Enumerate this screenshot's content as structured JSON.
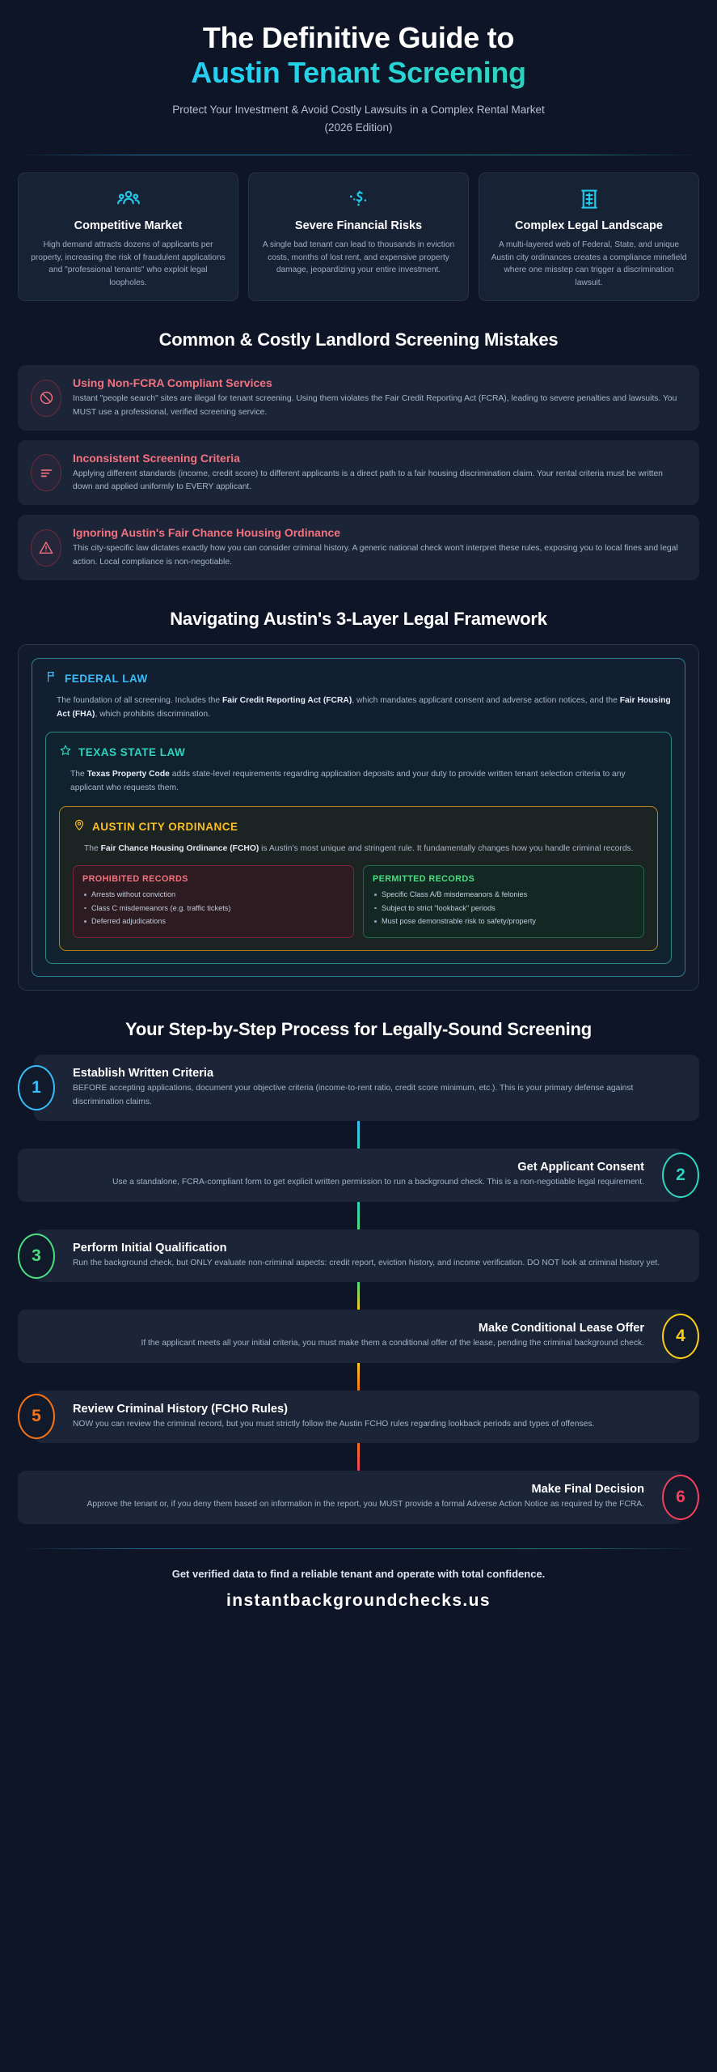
{
  "header": {
    "title_line1": "The Definitive Guide to",
    "title_line2": "Austin Tenant Screening",
    "subtitle": "Protect Your Investment & Avoid Costly Lawsuits in a Complex Rental Market (2026 Edition)",
    "accent_start": "#38bdf8",
    "accent_end": "#14b8a6"
  },
  "cards": [
    {
      "icon": "people-group-icon",
      "title": "Competitive Market",
      "desc": "High demand attracts dozens of applicants per property, increasing the risk of fraudulent applications and \"professional tenants\" who exploit legal loopholes."
    },
    {
      "icon": "money-trend-icon",
      "title": "Severe Financial Risks",
      "desc": "A single bad tenant can lead to thousands in eviction costs, months of lost rent, and expensive property damage, jeopardizing your entire investment."
    },
    {
      "icon": "legal-building-icon",
      "title": "Complex Legal Landscape",
      "desc": "A multi-layered web of Federal, State, and unique Austin city ordinances creates a compliance minefield where one misstep can trigger a discrimination lawsuit."
    }
  ],
  "mistakes_section": {
    "heading": "Common & Costly Landlord Screening Mistakes",
    "accent_color": "#f4717f",
    "items": [
      {
        "icon": "prohibited-circle-icon",
        "title": "Using Non-FCRA Compliant Services",
        "desc": "Instant \"people search\" sites are illegal for tenant screening. Using them violates the Fair Credit Reporting Act (FCRA), leading to severe penalties and lawsuits. You MUST use a professional, verified screening service."
      },
      {
        "icon": "unequal-lines-icon",
        "title": "Inconsistent Screening Criteria",
        "desc": "Applying different standards (income, credit score) to different applicants is a direct path to a fair housing discrimination claim. Your rental criteria must be written down and applied uniformly to EVERY applicant."
      },
      {
        "icon": "warning-triangle-icon",
        "title": "Ignoring Austin's Fair Chance Housing Ordinance",
        "desc": "This city-specific law dictates exactly how you can consider criminal history. A generic national check won't interpret these rules, exposing you to local fines and legal action. Local compliance is non-negotiable."
      }
    ]
  },
  "legal_section": {
    "heading": "Navigating Austin's 3-Layer Legal Framework",
    "federal": {
      "icon": "flag-icon",
      "label": "FEDERAL LAW",
      "color": "#38bdf8",
      "desc_part1": "The foundation of all screening. Includes the ",
      "desc_bold1": "Fair Credit Reporting Act (FCRA)",
      "desc_part2": ", which mandates applicant consent and adverse action notices, and the ",
      "desc_bold2": "Fair Housing Act (FHA)",
      "desc_part3": ", which prohibits discrimination."
    },
    "state": {
      "icon": "star-icon",
      "label": "TEXAS STATE LAW",
      "color": "#2dd4bf",
      "desc_part1": "The ",
      "desc_bold1": "Texas Property Code",
      "desc_part2": " adds state-level requirements regarding application deposits and your duty to provide written tenant selection criteria to any applicant who requests them."
    },
    "city": {
      "icon": "location-pin-icon",
      "label": "AUSTIN CITY ORDINANCE",
      "color": "#fbbf24",
      "desc_part1": "The ",
      "desc_bold1": "Fair Chance Housing Ordinance (FCHO)",
      "desc_part2": " is Austin's most unique and stringent rule. It fundamentally changes how you handle criminal records.",
      "prohibited": {
        "title": "PROHIBITED RECORDS",
        "color": "#f4717f",
        "items": [
          "Arrests without conviction",
          "Class C misdemeanors (e.g. traffic tickets)",
          "Deferred adjudications"
        ]
      },
      "permitted": {
        "title": "PERMITTED RECORDS",
        "color": "#4ade80",
        "items": [
          "Specific Class A/B misdemeanors & felonies",
          "Subject to strict \"lookback\" periods",
          "Must pose demonstrable risk to safety/property"
        ]
      }
    }
  },
  "process_section": {
    "heading": "Your Step-by-Step Process for Legally-Sound Screening",
    "steps": [
      {
        "number": "1",
        "side": "left",
        "color": "#38bdf8",
        "title": "Establish Written Criteria",
        "desc": "BEFORE accepting applications, document your objective criteria (income-to-rent ratio, credit score minimum, etc.). This is your primary defense against discrimination claims."
      },
      {
        "number": "2",
        "side": "right",
        "color": "#2dd4bf",
        "title": "Get Applicant Consent",
        "desc": "Use a standalone, FCRA-compliant form to get explicit written permission to run a background check. This is a non-negotiable legal requirement."
      },
      {
        "number": "3",
        "side": "left",
        "color": "#4ade80",
        "title": "Perform Initial Qualification",
        "desc": "Run the background check, but ONLY evaluate non-criminal aspects: credit report, eviction history, and income verification. DO NOT look at criminal history yet."
      },
      {
        "number": "4",
        "side": "right",
        "color": "#facc15",
        "title": "Make Conditional Lease Offer",
        "desc": "If the applicant meets all your initial criteria, you must make them a conditional offer of the lease, pending the criminal background check."
      },
      {
        "number": "5",
        "side": "left",
        "color": "#f97316",
        "title": "Review Criminal History (FCHO Rules)",
        "desc": "NOW you can review the criminal record, but you must strictly follow the Austin FCHO rules regarding lookback periods and types of offenses."
      },
      {
        "number": "6",
        "side": "right",
        "color": "#f43f5e",
        "title": "Make Final Decision",
        "desc": "Approve the tenant or, if you deny them based on information in the report, you MUST provide a formal Adverse Action Notice as required by the FCRA."
      }
    ]
  },
  "footer": {
    "tagline": "Get verified data to find a reliable tenant and operate with total confidence.",
    "url": "instantbackgroundchecks.us"
  }
}
